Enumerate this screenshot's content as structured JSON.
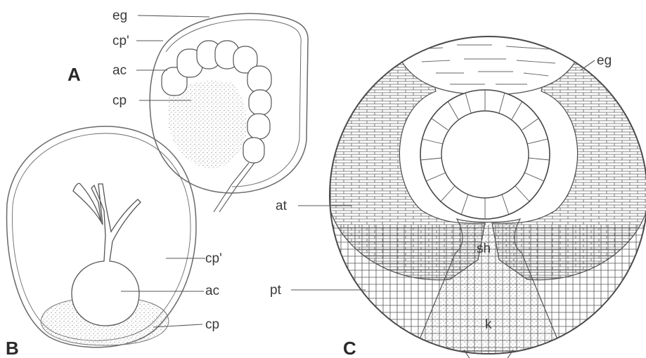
{
  "panels": {
    "a": {
      "letter": "A",
      "labels": {
        "eg": "eg",
        "cp_prime": "cp'",
        "ac": "ac",
        "cp": "cp"
      }
    },
    "b": {
      "letter": "B",
      "labels": {
        "cp_prime": "cp'",
        "ac": "ac",
        "cp": "cp"
      }
    },
    "c": {
      "letter": "C",
      "labels": {
        "eg": "eg",
        "at": "at",
        "sh": "sh",
        "pt": "pt",
        "k": "k"
      }
    }
  }
}
